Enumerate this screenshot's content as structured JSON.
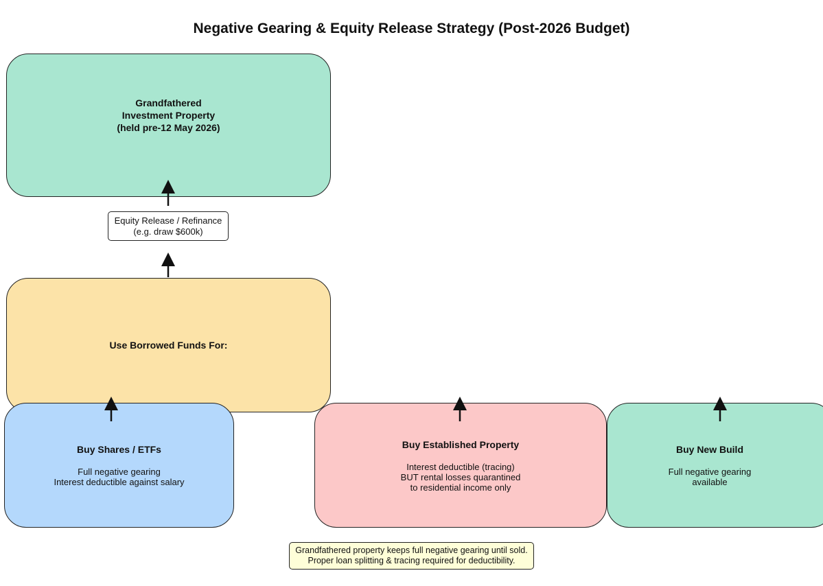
{
  "title": "Negative Gearing & Equity Release Strategy (Post-2026 Budget)",
  "nodes": {
    "grandfathered": {
      "head": "Grandfathered\nInvestment Property\n(held pre-12 May 2026)",
      "color": "#a9e6d0"
    },
    "equity_release": {
      "text": "Equity Release / Refinance\n(e.g. draw $600k)"
    },
    "borrowed_funds": {
      "head": "Use Borrowed Funds For:",
      "color": "#fce3a8"
    },
    "shares": {
      "head": "Buy Shares / ETFs",
      "body": "Full negative gearing\nInterest deductible against salary",
      "color": "#b4d8fc"
    },
    "established": {
      "head": "Buy Established Property",
      "body": "Interest deductible (tracing)\nBUT rental losses quarantined\nto residential income only",
      "color": "#fcc8c8"
    },
    "new_build": {
      "head": "Buy New Build",
      "body": "Full negative gearing\navailable",
      "color": "#a9e6d0"
    }
  },
  "note": "Grandfathered property keeps full negative gearing until sold.\nProper loan splitting & tracing required for deductibility."
}
